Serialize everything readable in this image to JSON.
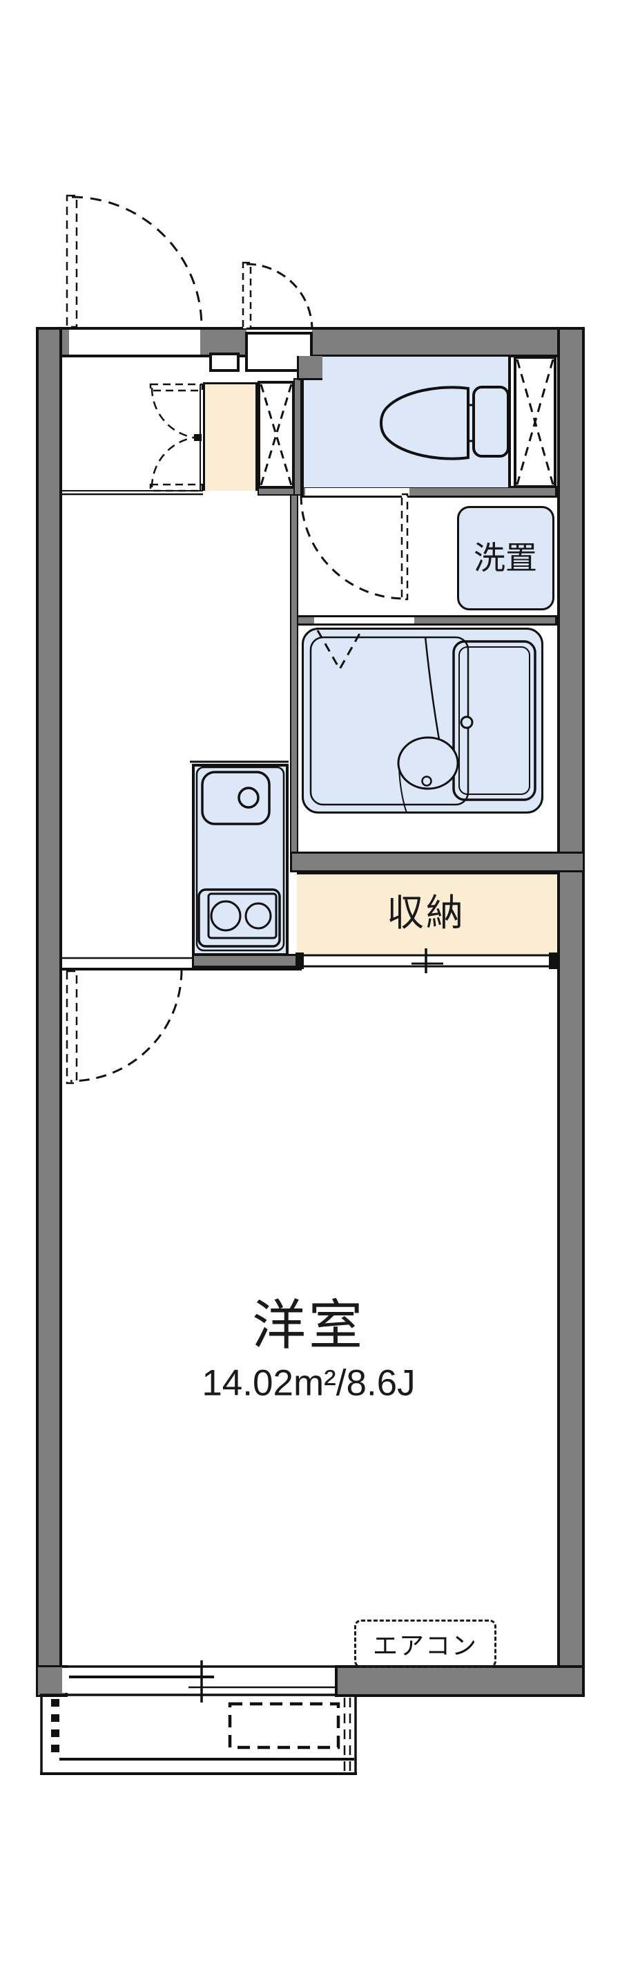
{
  "floorplan": {
    "labels": {
      "washer_place": "洗置",
      "storage": "収納",
      "western_room": "洋室",
      "western_room_area": "14.02m²/8.6J",
      "air_conditioner": "エアコン"
    },
    "colors": {
      "wall_gray": "#7F7F7F",
      "room_blue": "#DCE8F8",
      "tatami_cream": "#FAEDD3",
      "line_black": "#111111"
    }
  }
}
